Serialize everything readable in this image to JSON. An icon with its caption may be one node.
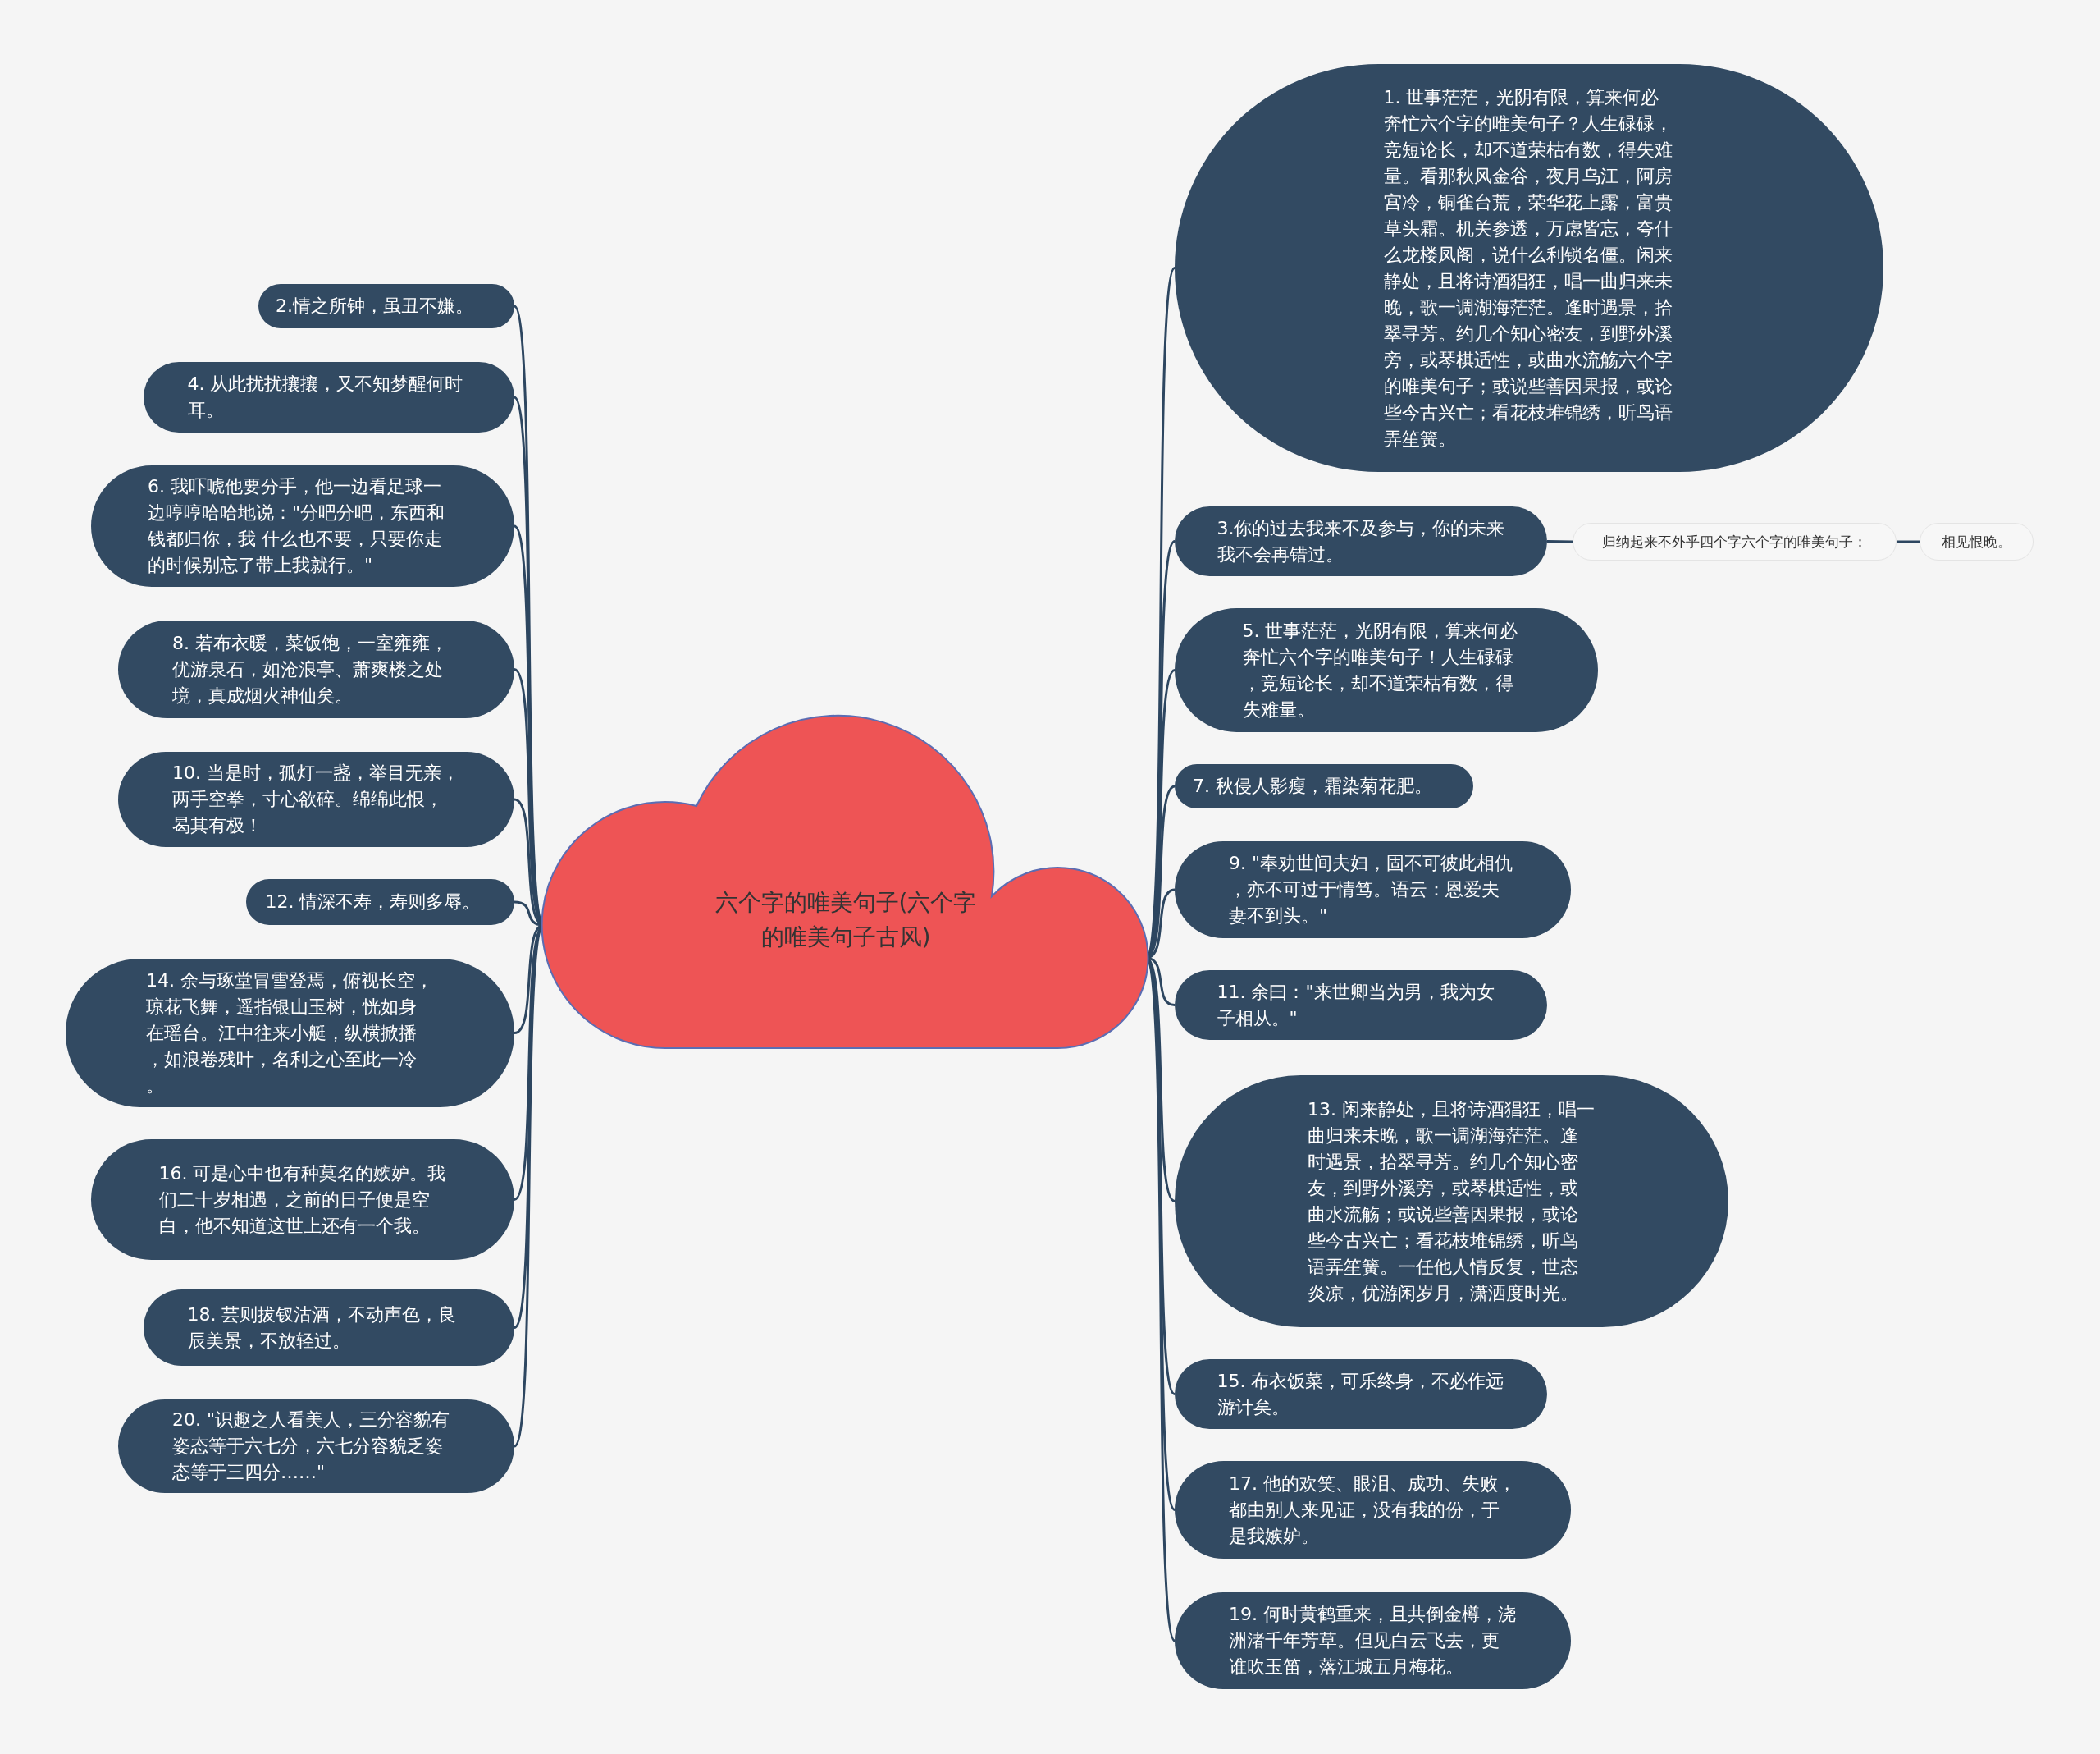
{
  "diagram": {
    "nodes": [
      {
        "text": [
          "六个字的唯美句子(六个字的唯美句子古风)"
        ]
      },
      {
        "text": [
          "1. 世事茫茫，光阴有限，算来何必奔忙六个字的唯美句子？人生碌碌，竞短论长，却不道荣枯有数，得失难量。看那秋风金谷，夜月乌江，阿房宫冷，铜雀台荒，荣华花上露，富贵草头霜。机关参透，万虑皆忘，夸什么龙楼凤阁，说什么利锁名僵。闲来静处，且将诗酒猖狂，唱一曲归来未晚，歌一调湖海茫茫。逢时遇景，拾翠寻芳。约几个知心密友，到野外溪旁，或琴棋适性，或曲水流觞六个字的唯美句子；或说些善因果报，或论些今古兴亡；看花枝堆锦绣，听鸟语弄笙簧。"
        ]
      },
      {
        "text": [
          "2.情之所钟，虽丑不嫌。"
        ]
      },
      {
        "text": [
          "3.你的过去我来不及参与，你的未来我不会再错过。"
        ]
      },
      {
        "text": [
          "4. 从此扰扰攘攘，又不知梦醒何时耳。"
        ]
      },
      {
        "text": [
          "5. 世事茫茫，光阴有限，算来何必奔忙六个字的唯美句子！人生碌碌，竞短论长，却不道荣枯有数，得失难量。"
        ]
      },
      {
        "text": [
          "6. 我吓唬他要分手，他一边看足球一边哼哼哈哈地说：\"分吧分吧，东西和钱都归你，我 什么也不要，只要你走的时候别忘了带上我就行。\""
        ]
      },
      {
        "text": [
          "7. 秋侵人影瘦，霜染菊花肥。"
        ]
      },
      {
        "text": [
          "8. 若布衣暖，菜饭饱，一室雍雍，优游泉石，如沧浪亭、萧爽楼之处境，真成烟火神仙矣。"
        ]
      },
      {
        "text": [
          "9. \"奉劝世间夫妇，固不可彼此相仇，亦不可过于情笃。语云：恩爱夫妻不到头。\""
        ]
      },
      {
        "text": [
          "10. 当是时，孤灯一盏，举目无亲，两手空拳，寸心欲碎。绵绵此恨，曷其有极！"
        ]
      },
      {
        "text": [
          "11. 余曰：\"来世卿当为男，我为女子相从。\""
        ]
      },
      {
        "text": [
          "12. 情深不寿，寿则多辱。"
        ]
      },
      {
        "text": [
          "13. 闲来静处，且将诗酒猖狂，唱一曲归来未晚，歌一调湖海茫茫。逢时遇景，拾翠寻芳。约几个知心密友，到野外溪旁，或琴棋适性，或曲水流觞；或说些善因果报，或论些今古兴亡；看花枝堆锦绣，听鸟语弄笙簧。一任他人情反复，世态炎凉，优游闲岁月，潇洒度时光。"
        ]
      },
      {
        "text": [
          "14. 余与琢堂冒雪登焉，俯视长空，琼花飞舞，遥指银山玉树，恍如身在瑶台。江中往来小艇，纵横掀播，如浪卷残叶，名利之心至此一冷。"
        ]
      },
      {
        "text": [
          "15. 布衣饭菜，可乐终身，不必作远游计矣。"
        ]
      },
      {
        "text": [
          "16. 可是心中也有种莫名的嫉妒。我们二十岁相遇，之前的日子便是空白，他不知道这世上还有一个我。"
        ]
      },
      {
        "text": [
          "17. 他的欢笑、眼泪、成功、失败，都由别人来见证，没有我的份，于是我嫉妒。"
        ]
      },
      {
        "text": [
          "18. 芸则拔钗沽酒，不动声色，良辰美景，不放轻过。"
        ]
      },
      {
        "text": [
          "19. 何时黄鹤重来，且共倒金樽，浇洲渚千年芳草。但见白云飞去，更谁吹玉笛，落江城五月梅花。"
        ]
      },
      {
        "text": [
          "20. \"识趣之人看美人，三分容貌有姿态等于六七分，六七分容貌乏姿态等于三四分……\""
        ]
      },
      {
        "text": [
          "归纳起来不外乎四个字六个字的唯美句子："
        ]
      },
      {
        "text": [
          "相见恨晚。"
        ]
      }
    ],
    "edges": [
      {
        "from": 0,
        "to": 1,
        "arrow": "none"
      },
      {
        "from": 0,
        "to": 2,
        "arrow": "none"
      },
      {
        "from": 0,
        "to": 3,
        "arrow": "none"
      },
      {
        "from": 0,
        "to": 4,
        "arrow": "none"
      },
      {
        "from": 0,
        "to": 5,
        "arrow": "none"
      },
      {
        "from": 0,
        "to": 6,
        "arrow": "none"
      },
      {
        "from": 0,
        "to": 7,
        "arrow": "none"
      },
      {
        "from": 0,
        "to": 8,
        "arrow": "none"
      },
      {
        "from": 0,
        "to": 9,
        "arrow": "none"
      },
      {
        "from": 0,
        "to": 10,
        "arrow": "none"
      },
      {
        "from": 0,
        "to": 11,
        "arrow": "none"
      },
      {
        "from": 0,
        "to": 12,
        "arrow": "none"
      },
      {
        "from": 0,
        "to": 13,
        "arrow": "none"
      },
      {
        "from": 0,
        "to": 14,
        "arrow": "none"
      },
      {
        "from": 0,
        "to": 15,
        "arrow": "none"
      },
      {
        "from": 0,
        "to": 16,
        "arrow": "none"
      },
      {
        "from": 0,
        "to": 17,
        "arrow": "none"
      },
      {
        "from": 0,
        "to": 18,
        "arrow": "none"
      },
      {
        "from": 0,
        "to": 19,
        "arrow": "none"
      },
      {
        "from": 0,
        "to": 20,
        "arrow": "none"
      },
      {
        "from": 3,
        "to": 21,
        "arrow": "none"
      },
      {
        "from": 21,
        "to": 22,
        "arrow": "none"
      }
    ]
  }
}
